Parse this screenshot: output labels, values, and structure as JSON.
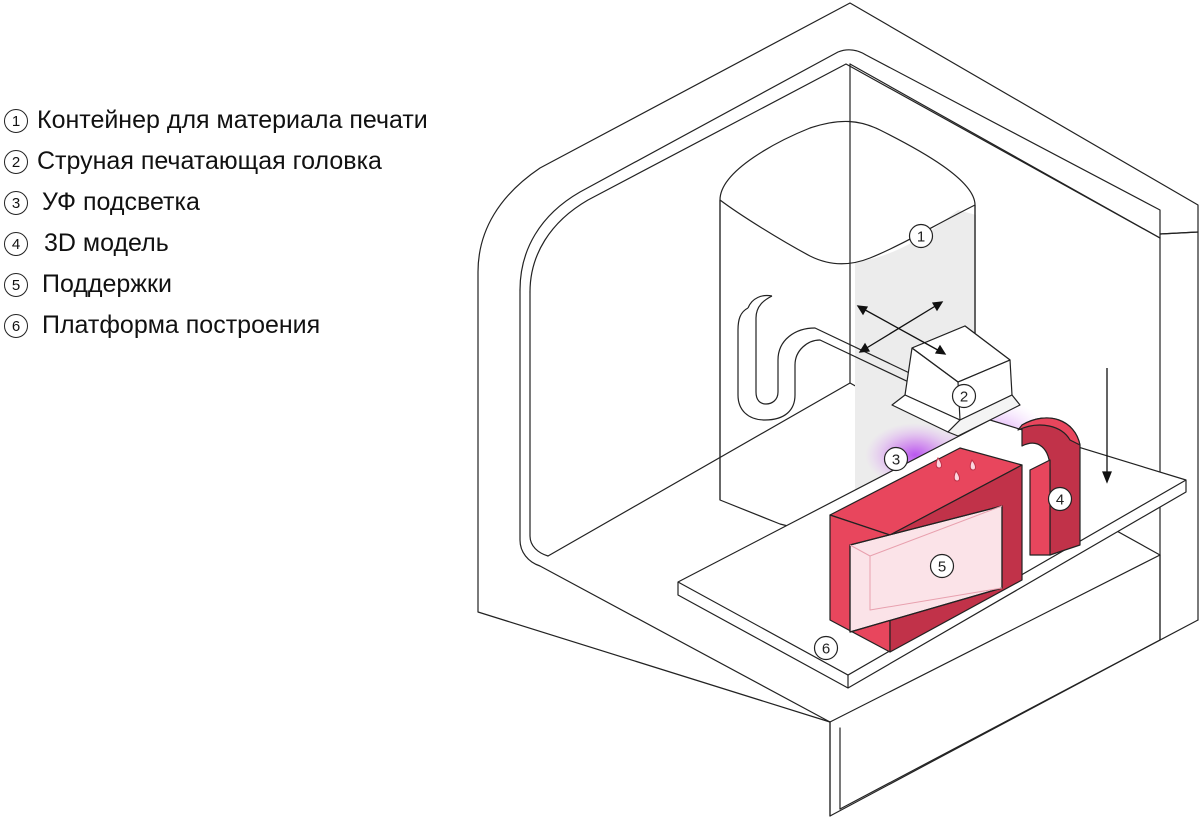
{
  "legend": [
    {
      "num": "1",
      "label": "Контейнер для материала печати"
    },
    {
      "num": "2",
      "label": "Струная печатающая головка"
    },
    {
      "num": "3",
      "label": "УФ подсветка"
    },
    {
      "num": "4",
      "label": "3D модель"
    },
    {
      "num": "5",
      "label": "Поддержки"
    },
    {
      "num": "6",
      "label": "Платформа построения"
    }
  ],
  "callouts": [
    "1",
    "2",
    "3",
    "4",
    "5",
    "6"
  ],
  "colors": {
    "model": "#e8465d",
    "model_dark": "#c13249",
    "support": "#fbe3e8",
    "uv_glow": "#b03cf0",
    "container_shade": "#ececec",
    "outline": "#222222"
  }
}
